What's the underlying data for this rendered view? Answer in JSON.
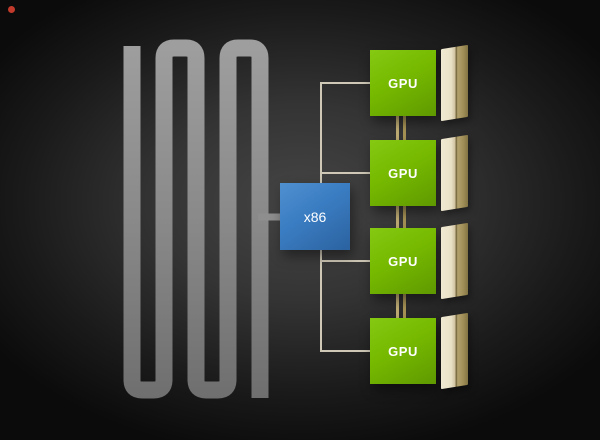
{
  "scene": {
    "cpu": {
      "label": "x86",
      "color": "#3a7cc1"
    },
    "gpus": [
      {
        "label": "GPU"
      },
      {
        "label": "GPU"
      },
      {
        "label": "GPU"
      },
      {
        "label": "GPU"
      }
    ],
    "colors": {
      "gpu_green": "#76b900",
      "cpu_blue": "#3a7cc1",
      "memory_front": "#e9e1c6",
      "memory_side": "#a08f58",
      "interconnect_tan": "#c0ae74",
      "bus_line": "#cfc8b6",
      "trace_gray": "#8e8e8e",
      "background_center": "#454545",
      "background_edge": "#0b0b0b"
    }
  }
}
